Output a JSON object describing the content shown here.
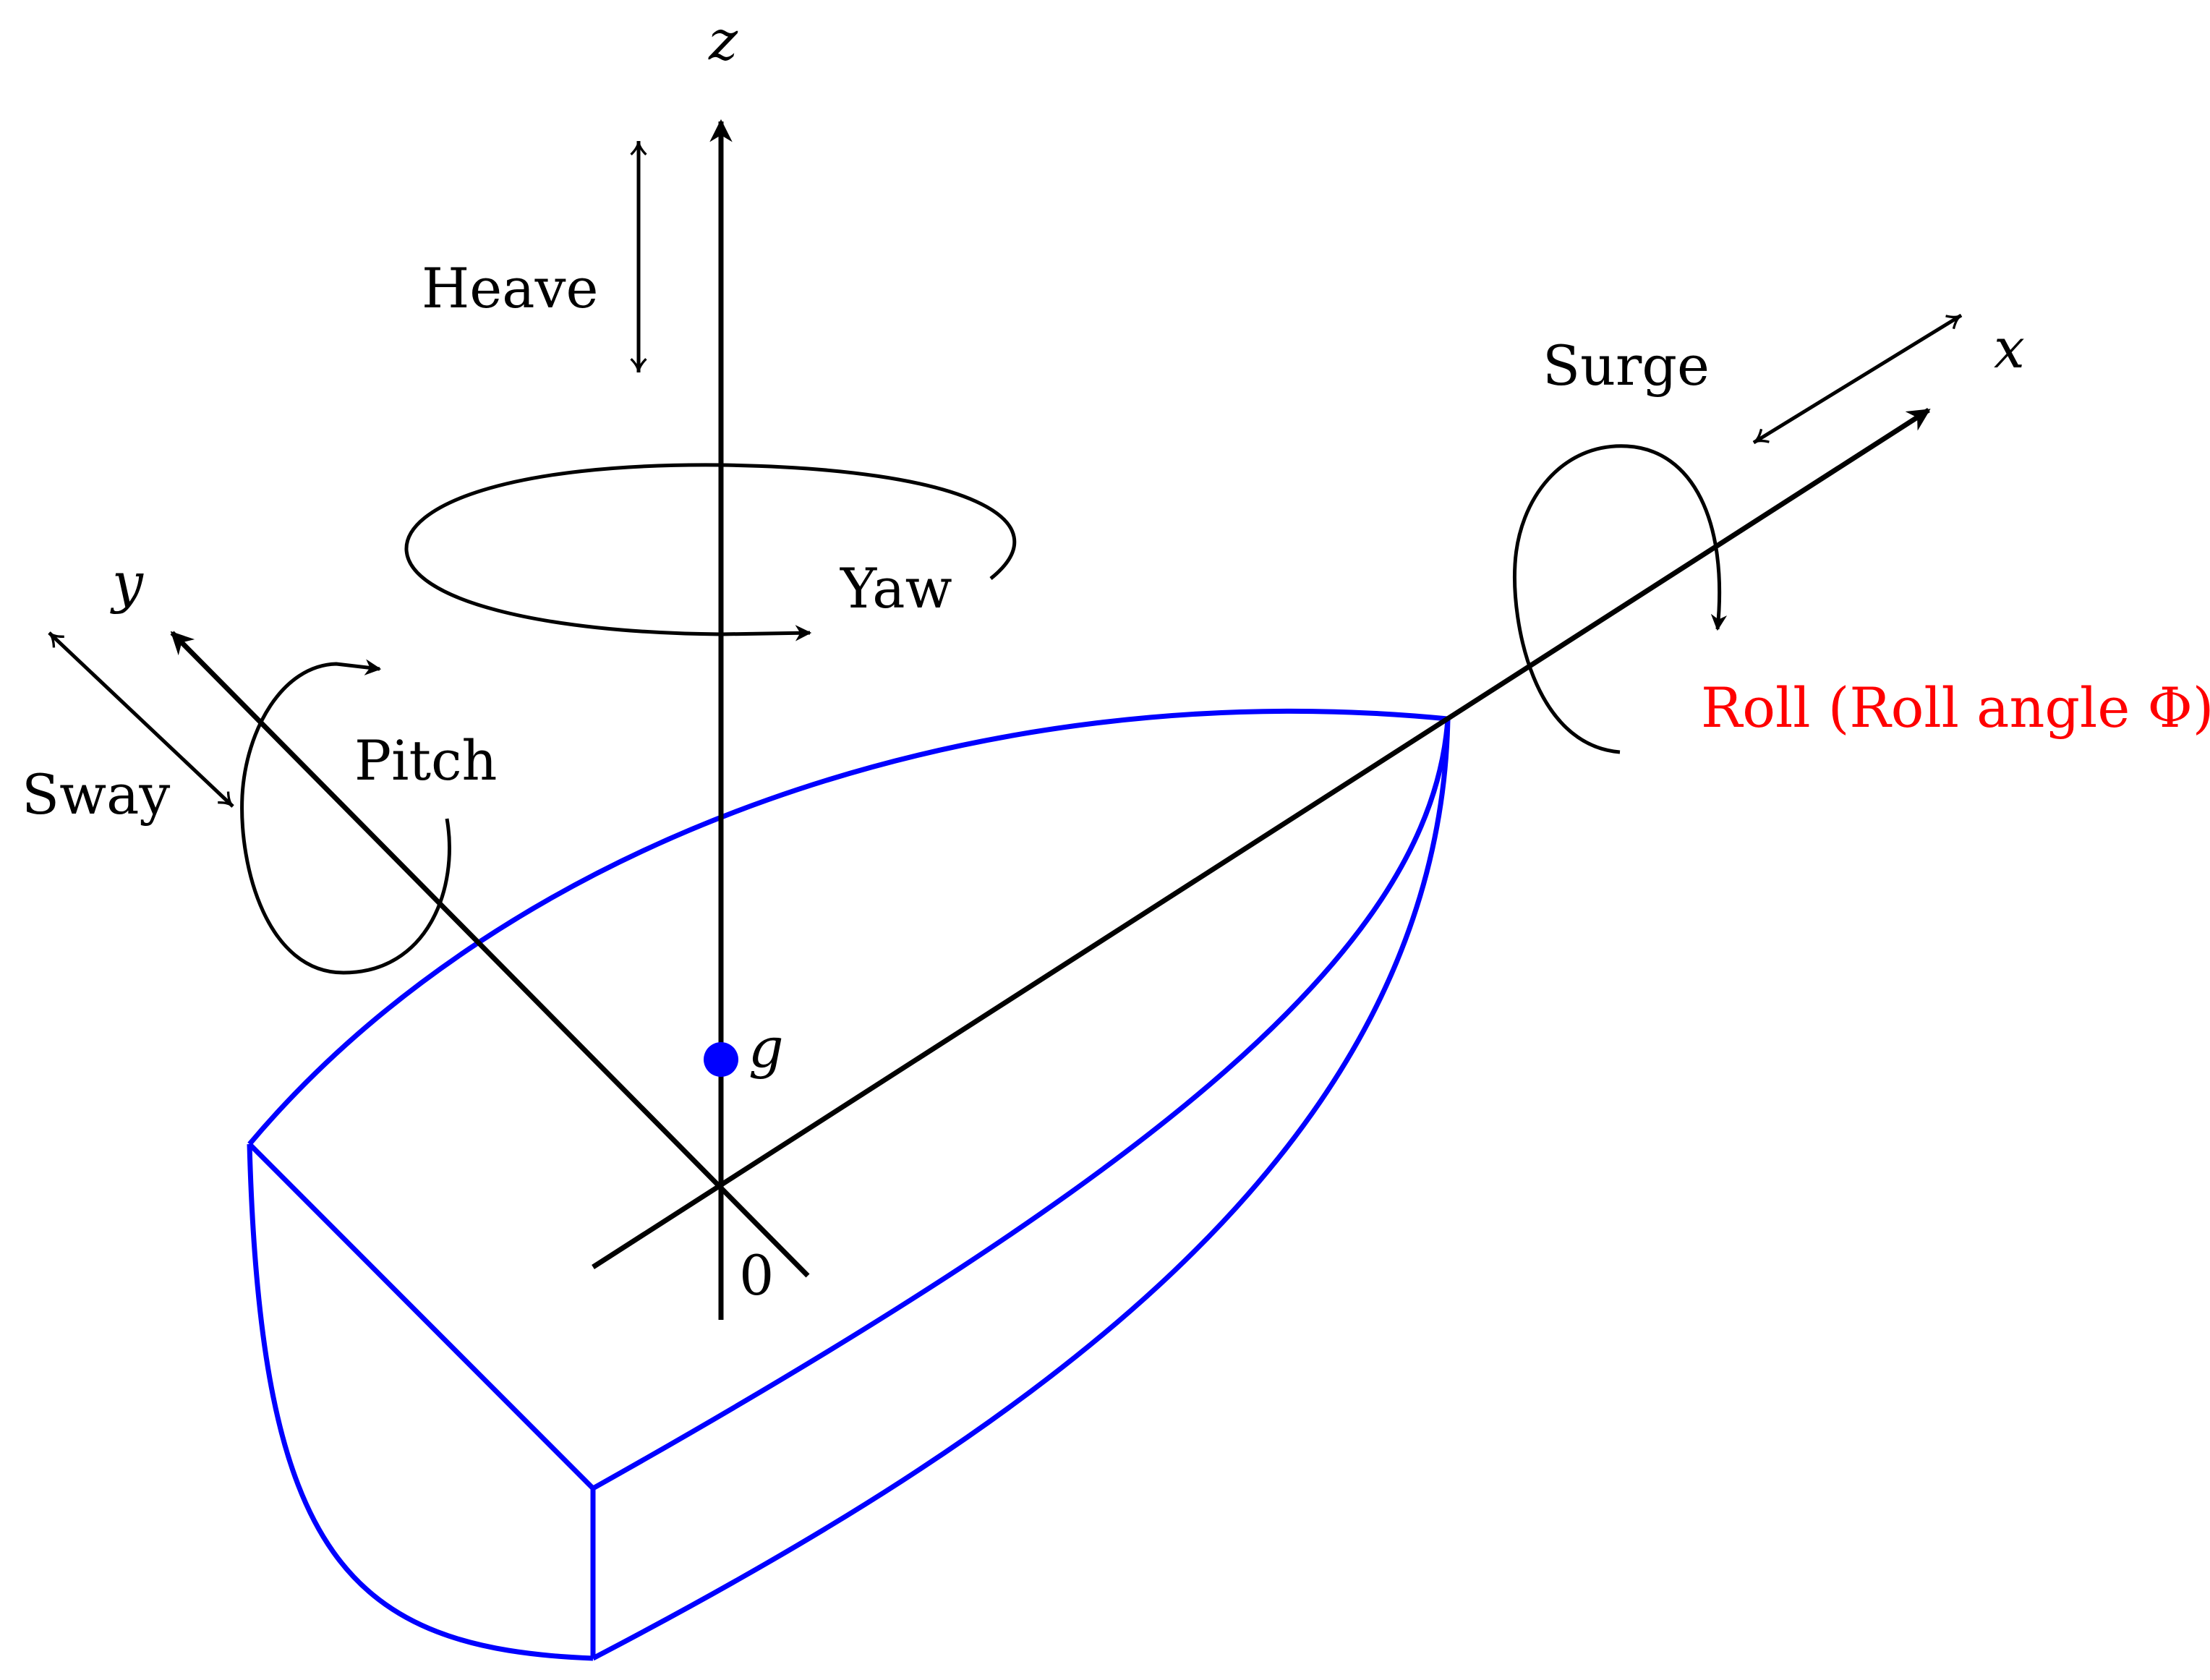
{
  "colors": {
    "axes": "#000000",
    "hull": "#0000ff",
    "roll_label": "#ff0000",
    "cg_point": "#0000ff"
  },
  "axes": {
    "x_label": "x",
    "y_label": "y",
    "z_label": "z",
    "origin_label": "0"
  },
  "motions": {
    "heave": "Heave",
    "yaw": "Yaw",
    "surge": "Surge",
    "roll": "Roll (Roll angle Φ)",
    "pitch": "Pitch",
    "sway": "Sway"
  },
  "center_of_gravity": {
    "label": "g"
  }
}
